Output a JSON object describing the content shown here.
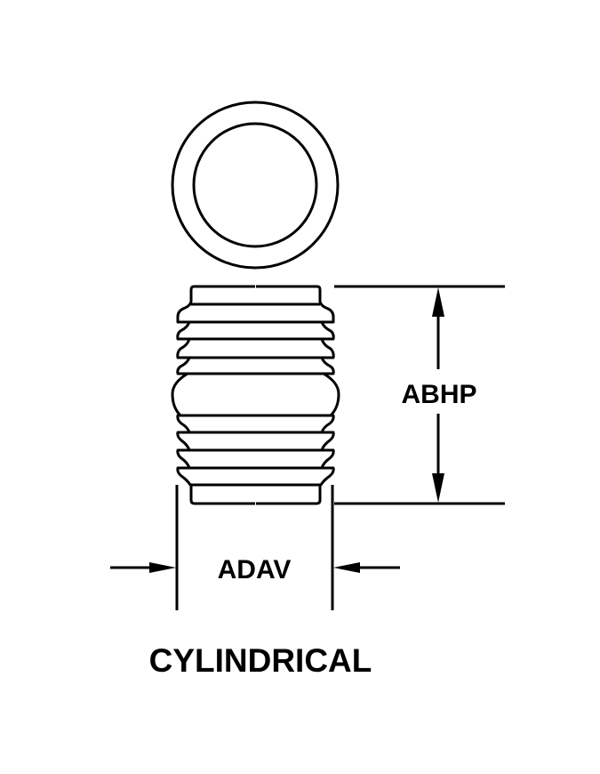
{
  "labels": {
    "height_dimension": "ABHP",
    "diameter_dimension": "ADAV",
    "shape_name": "CYLINDRICAL"
  },
  "colors": {
    "line": "#000000",
    "background": "#ffffff"
  }
}
